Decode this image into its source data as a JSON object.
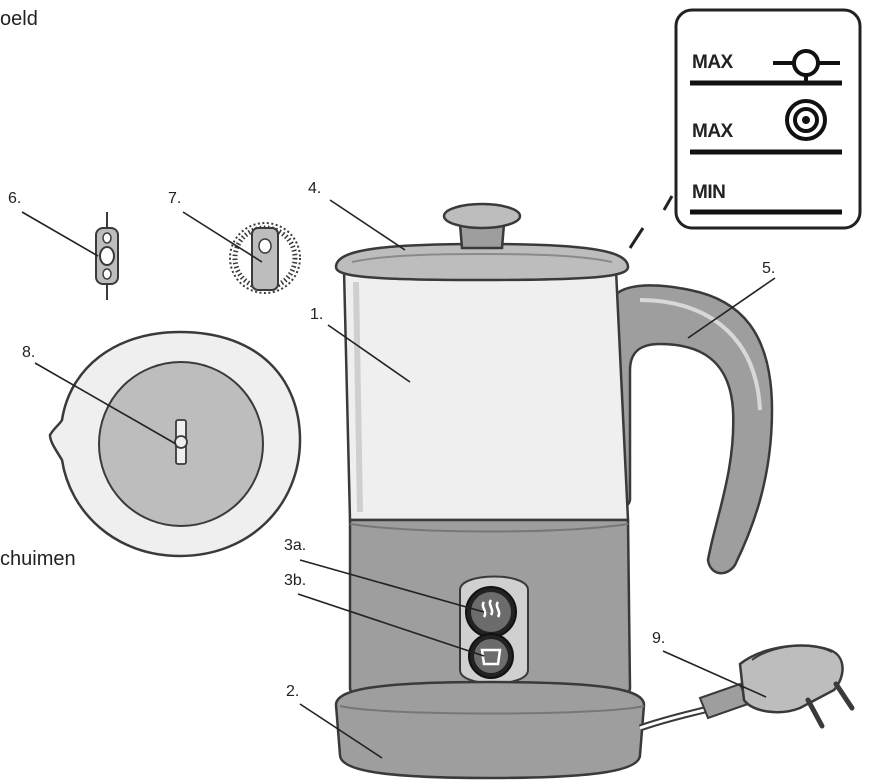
{
  "captions": {
    "top_left": "oeld",
    "left": "chuimen"
  },
  "labels": {
    "l1": "1.",
    "l2": "2.",
    "l3a": "3a.",
    "l3b": "3b.",
    "l4": "4.",
    "l5": "5.",
    "l6": "6.",
    "l7": "7.",
    "l8": "8.",
    "l9": "9."
  },
  "level_markings": {
    "max_whisk": "MAX",
    "max_disc": "MAX",
    "min": "MIN"
  },
  "colors": {
    "outline": "#3a3a3a",
    "light_fill": "#efefef",
    "mid_fill": "#bdbdbd",
    "dark_fill": "#9e9e9e",
    "black": "#111111"
  }
}
